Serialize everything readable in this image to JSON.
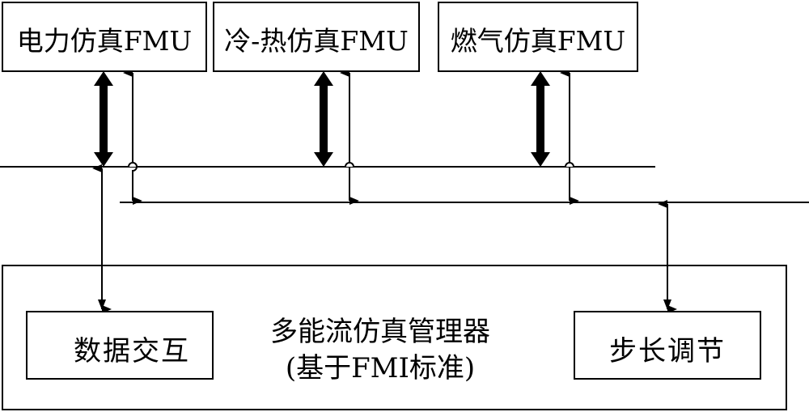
{
  "fmu_boxes": [
    {
      "label": "电力仿真FMU"
    },
    {
      "label": "冷-热仿真FMU"
    },
    {
      "label": "燃气仿真FMU"
    }
  ],
  "manager": {
    "title": "多能流仿真管理器",
    "subtitle": "(基于FMI标准)",
    "modules": [
      {
        "label": "数据交互"
      },
      {
        "label": "步长调节"
      }
    ]
  },
  "connections": [
    {
      "from": "电力仿真FMU",
      "to": "data-bus",
      "type": "bidirectional-thick"
    },
    {
      "from": "冷-热仿真FMU",
      "to": "data-bus",
      "type": "bidirectional-thick"
    },
    {
      "from": "燃气仿真FMU",
      "to": "data-bus",
      "type": "bidirectional-thick"
    },
    {
      "from": "电力仿真FMU",
      "to": "control-bus",
      "type": "bidirectional-thin"
    },
    {
      "from": "冷-热仿真FMU",
      "to": "control-bus",
      "type": "bidirectional-thin"
    },
    {
      "from": "燃气仿真FMU",
      "to": "control-bus",
      "type": "bidirectional-thin"
    },
    {
      "from": "data-bus",
      "to": "数据交互",
      "type": "bidirectional-thin"
    },
    {
      "from": "control-bus",
      "to": "步长调节",
      "type": "bidirectional-thin"
    }
  ],
  "colors": {
    "stroke": "#000000",
    "background": "#ffffff"
  }
}
